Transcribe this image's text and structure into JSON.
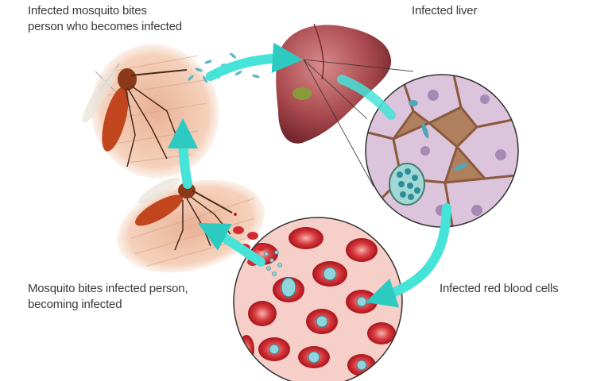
{
  "labels": {
    "mosquito_bites_person": {
      "line1": "Infected mosquito bites",
      "line2": "person who becomes infected"
    },
    "infected_liver": "Infected liver",
    "mosquito_bites_infected": {
      "line1": "Mosquito bites infected person,",
      "line2": "becoming infected"
    },
    "infected_rbc": "Infected red blood cells"
  },
  "colors": {
    "arrow": "#45e3d8",
    "liver": "#a8494e",
    "skin": "#f2c2a6",
    "blood_bg": "#f5cfc8",
    "rbc": "#c8202a",
    "liver_cell": "#d9bfd6",
    "mosquito": "#c1461e"
  }
}
